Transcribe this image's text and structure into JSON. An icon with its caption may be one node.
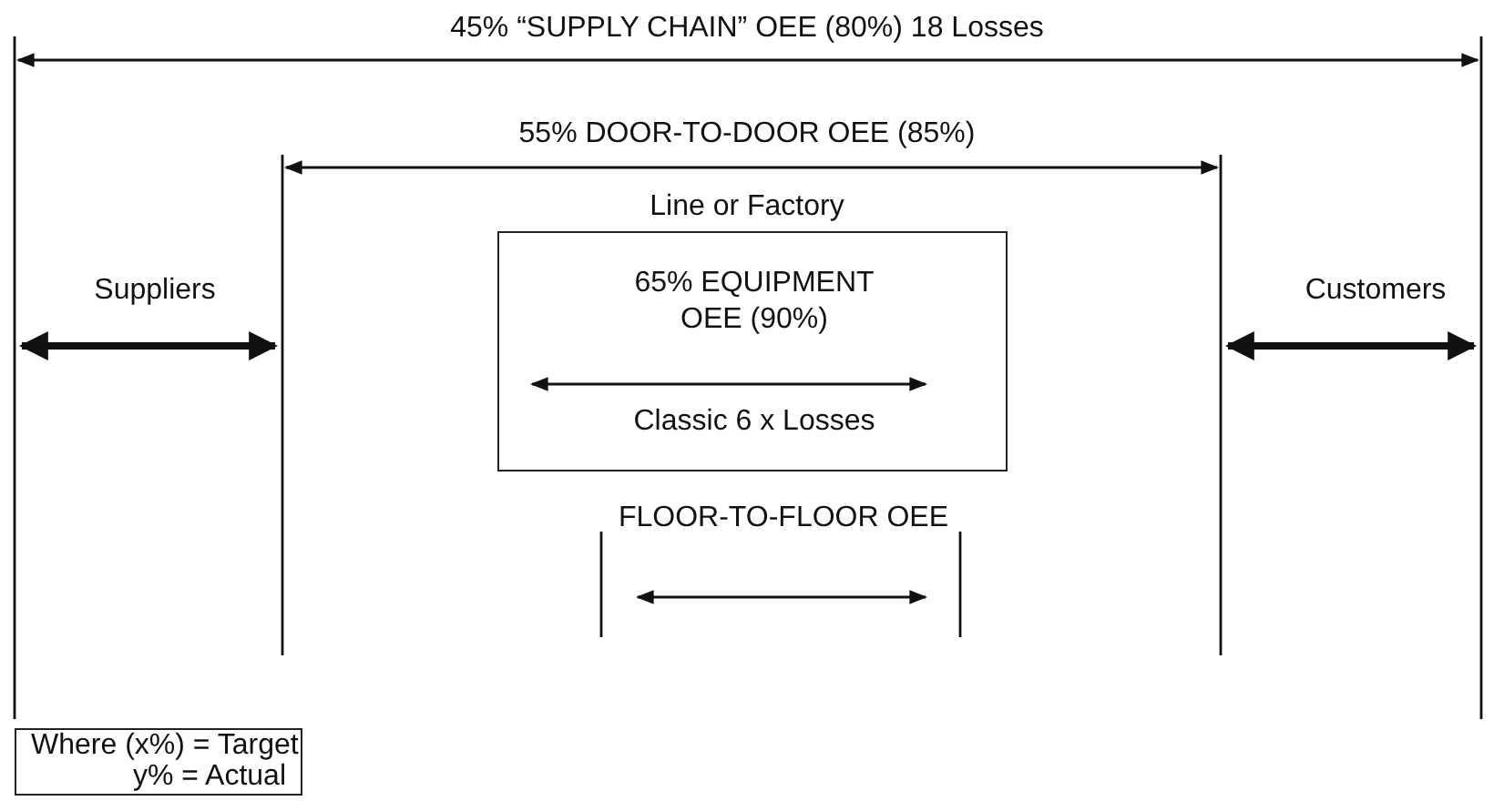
{
  "diagram": {
    "nodes": [
      {
        "text": [
          "65% EQUIPMENT OEE (90%)",
          "Classic 6 x Losses"
        ]
      },
      {
        "text": [
          "Where (x%) = Target",
          "y% = Actual"
        ]
      }
    ],
    "labels": [
      "45% “SUPPLY CHAIN” OEE (80%) 18 Losses",
      "55% DOOR-TO-DOOR OEE (85%)",
      "Line or Factory",
      "Suppliers",
      "Customers",
      "FLOOR-TO-FLOOR OEE"
    ]
  }
}
